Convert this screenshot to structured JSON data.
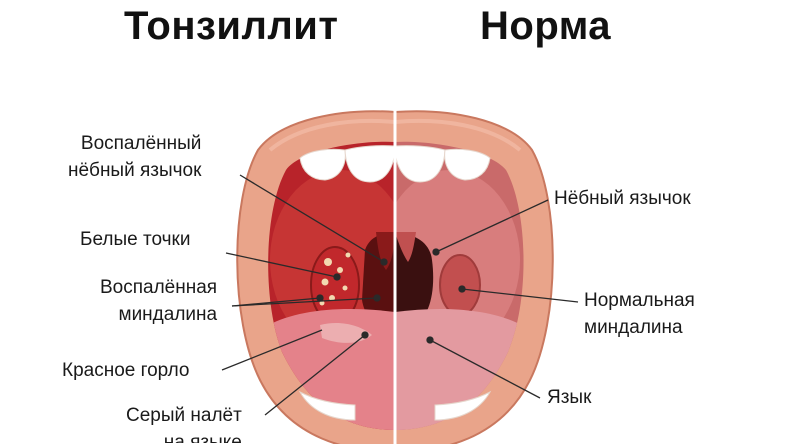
{
  "titles": {
    "left": "Тонзиллит",
    "right": "Норма"
  },
  "labels_left": {
    "inflamed_uvula_line1": "Воспалённый",
    "inflamed_uvula_line2": "нёбный язычок",
    "white_spots": "Белые точки",
    "inflamed_tonsil_line1": "Воспалённая",
    "inflamed_tonsil_line2": "миндалина",
    "red_throat": "Красное горло",
    "grey_coating_line1": "Серый налёт",
    "grey_coating_line2": "на языке"
  },
  "labels_right": {
    "uvula": "Нёбный язычок",
    "normal_tonsil_line1": "Нормальная",
    "normal_tonsil_line2": "миндалина",
    "tongue": "Язык"
  },
  "colors": {
    "lips": "#e9a48a",
    "lips_dark": "#c9785f",
    "teeth": "#ffffff",
    "mouth_inflamed": "#b8232a",
    "mouth_normal": "#d98080",
    "tongue_inflamed": "#e4828a",
    "tongue_normal": "#e39aa0",
    "throat": "#3a1010",
    "white_spots": "#f2d9b0",
    "leader_line": "#2a2a2a"
  }
}
